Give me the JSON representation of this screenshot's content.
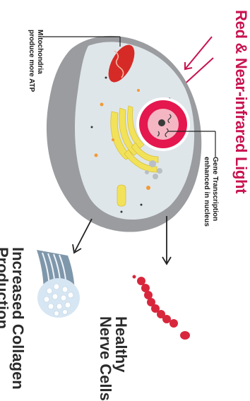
{
  "title": "Red & Near-infrared Light",
  "labels": {
    "mitochondria": [
      "Mitochondria",
      "produce more ATP"
    ],
    "nucleus": [
      "Gene Transcription",
      "enhanced in nucleus"
    ],
    "collagen": [
      "Increased Collagen",
      "Production"
    ],
    "nerve": [
      "Healthy",
      "Nerve Cells"
    ]
  },
  "colors": {
    "accent": "#c8134f",
    "cell_membrane": "#9a9c9f",
    "cytoplasm": "#dfe6ea",
    "nucleus": "#e4174e",
    "golgi": "#f2e25a",
    "collagen_fiber": "#d7e6f3"
  }
}
